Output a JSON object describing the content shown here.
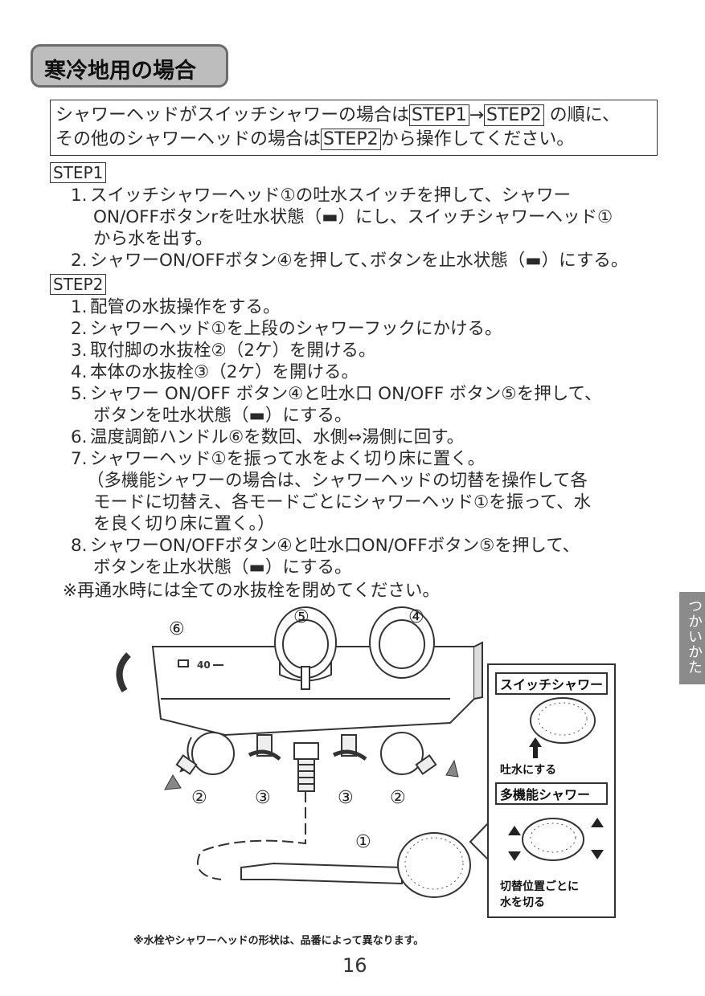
{
  "title": "寒冷地用の場合",
  "intro": {
    "line1_a": "シャワーヘッドがスイッチシャワーの場合は",
    "line1_box1": "STEP1",
    "line1_arrow": "→",
    "line1_box2": "STEP2",
    "line1_b": "の順に、",
    "line2_a": "その他のシャワーヘッドの場合は",
    "line2_box": "STEP2",
    "line2_b": "から操作してください。"
  },
  "step1": {
    "label": "STEP1",
    "items": [
      {
        "num": "1.",
        "lines": [
          "スイッチシャワーヘッド①の吐水スイッチを押して、シャワー",
          "ON/OFFボタンrを吐水状態（▬）にし、スイッチシャワーヘッド①",
          "から水を出す。"
        ]
      },
      {
        "num": "2.",
        "lines": [
          "シャワーON/OFFボタン④を押して､ボタンを止水状態（▬）にする。"
        ]
      }
    ]
  },
  "step2": {
    "label": "STEP2",
    "items": [
      {
        "num": "1.",
        "lines": [
          "配管の水抜操作をする。"
        ]
      },
      {
        "num": "2.",
        "lines": [
          "シャワーヘッド①を上段のシャワーフックにかける。"
        ]
      },
      {
        "num": "3.",
        "lines": [
          "取付脚の水抜栓②（2ケ）を開ける。"
        ]
      },
      {
        "num": "4.",
        "lines": [
          "本体の水抜栓③（2ケ）を開ける。"
        ]
      },
      {
        "num": "5.",
        "lines": [
          "シャワー ON/OFF ボタン④と吐水口 ON/OFF ボタン⑤を押して、",
          "ボタンを吐水状態（▬）にする。"
        ]
      },
      {
        "num": "6.",
        "lines": [
          "温度調節ハンドル⑥を数回、水側⇔湯側に回す。"
        ]
      },
      {
        "num": "7.",
        "lines": [
          "シャワーヘッド①を振って水をよく切り床に置く。",
          "（多機能シャワーの場合は、シャワーヘッドの切替を操作して各",
          "モードに切替え、各モードごとにシャワーヘッド①を振って、水",
          "を良く切り床に置く。）"
        ]
      },
      {
        "num": "8.",
        "lines": [
          "シャワーON/OFFボタン④と吐水口ON/OFFボタン⑤を押して、",
          "ボタンを止水状態（▬）にする。"
        ]
      }
    ]
  },
  "note": "※再通水時には全ての水抜栓を閉めてください。",
  "side_tab": "つかいかた",
  "diagram": {
    "callouts": [
      "⑥",
      "⑤",
      "④",
      "②",
      "③",
      "③",
      "②",
      "①"
    ],
    "temp_mark": "40",
    "panel_switch_title": "スイッチシャワー",
    "panel_switch_caption": "吐水にする",
    "panel_multi_title": "多機能シャワー",
    "panel_multi_caption_1": "切替位置ごとに",
    "panel_multi_caption_2": "水を切る"
  },
  "caption": "※水栓やシャワーヘッドの形状は、品番によって異なります。",
  "page_number": "16"
}
